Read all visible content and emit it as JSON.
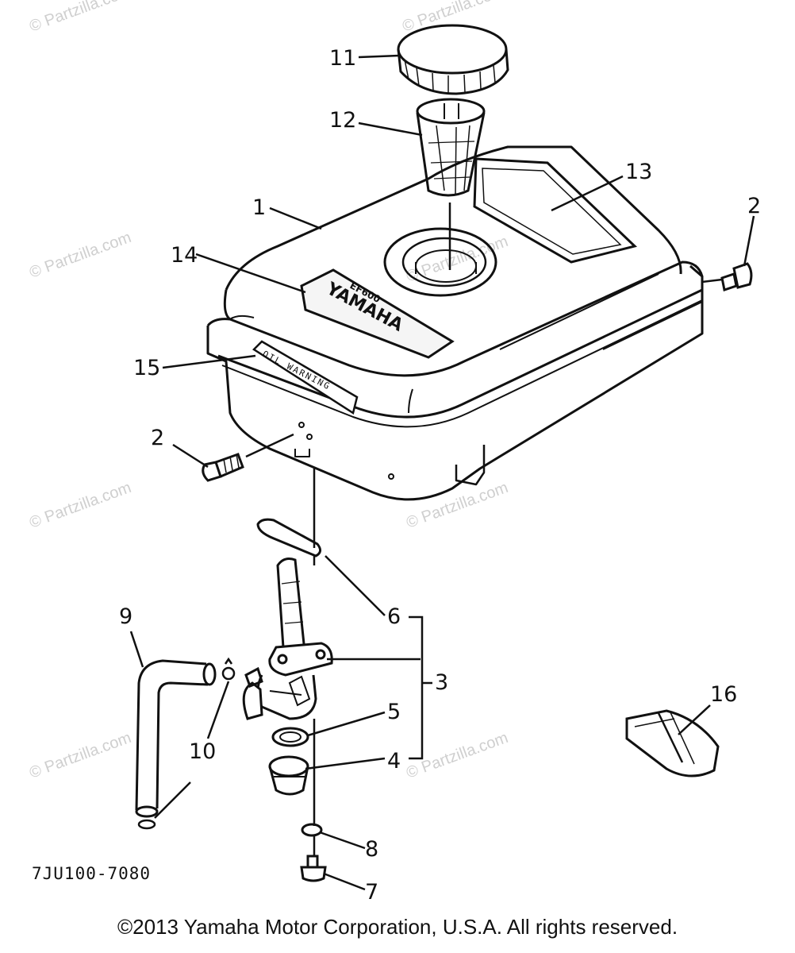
{
  "diagram": {
    "part_code": "7JU100-7080",
    "copyright": "©2013  Yamaha Motor Corporation, U.S.A. All rights reserved.",
    "watermark": "© Partzilla.com",
    "tank_brand": "YAMAHA",
    "tank_model": "EF600",
    "tank_label": "OIL WARNING",
    "callouts": {
      "c1": "1",
      "c2a": "2",
      "c2b": "2",
      "c3": "3",
      "c4": "4",
      "c5": "5",
      "c6": "6",
      "c7": "7",
      "c8": "8",
      "c9": "9",
      "c10": "10",
      "c11": "11",
      "c12": "12",
      "c13": "13",
      "c14": "14",
      "c15": "15",
      "c16": "16"
    }
  }
}
